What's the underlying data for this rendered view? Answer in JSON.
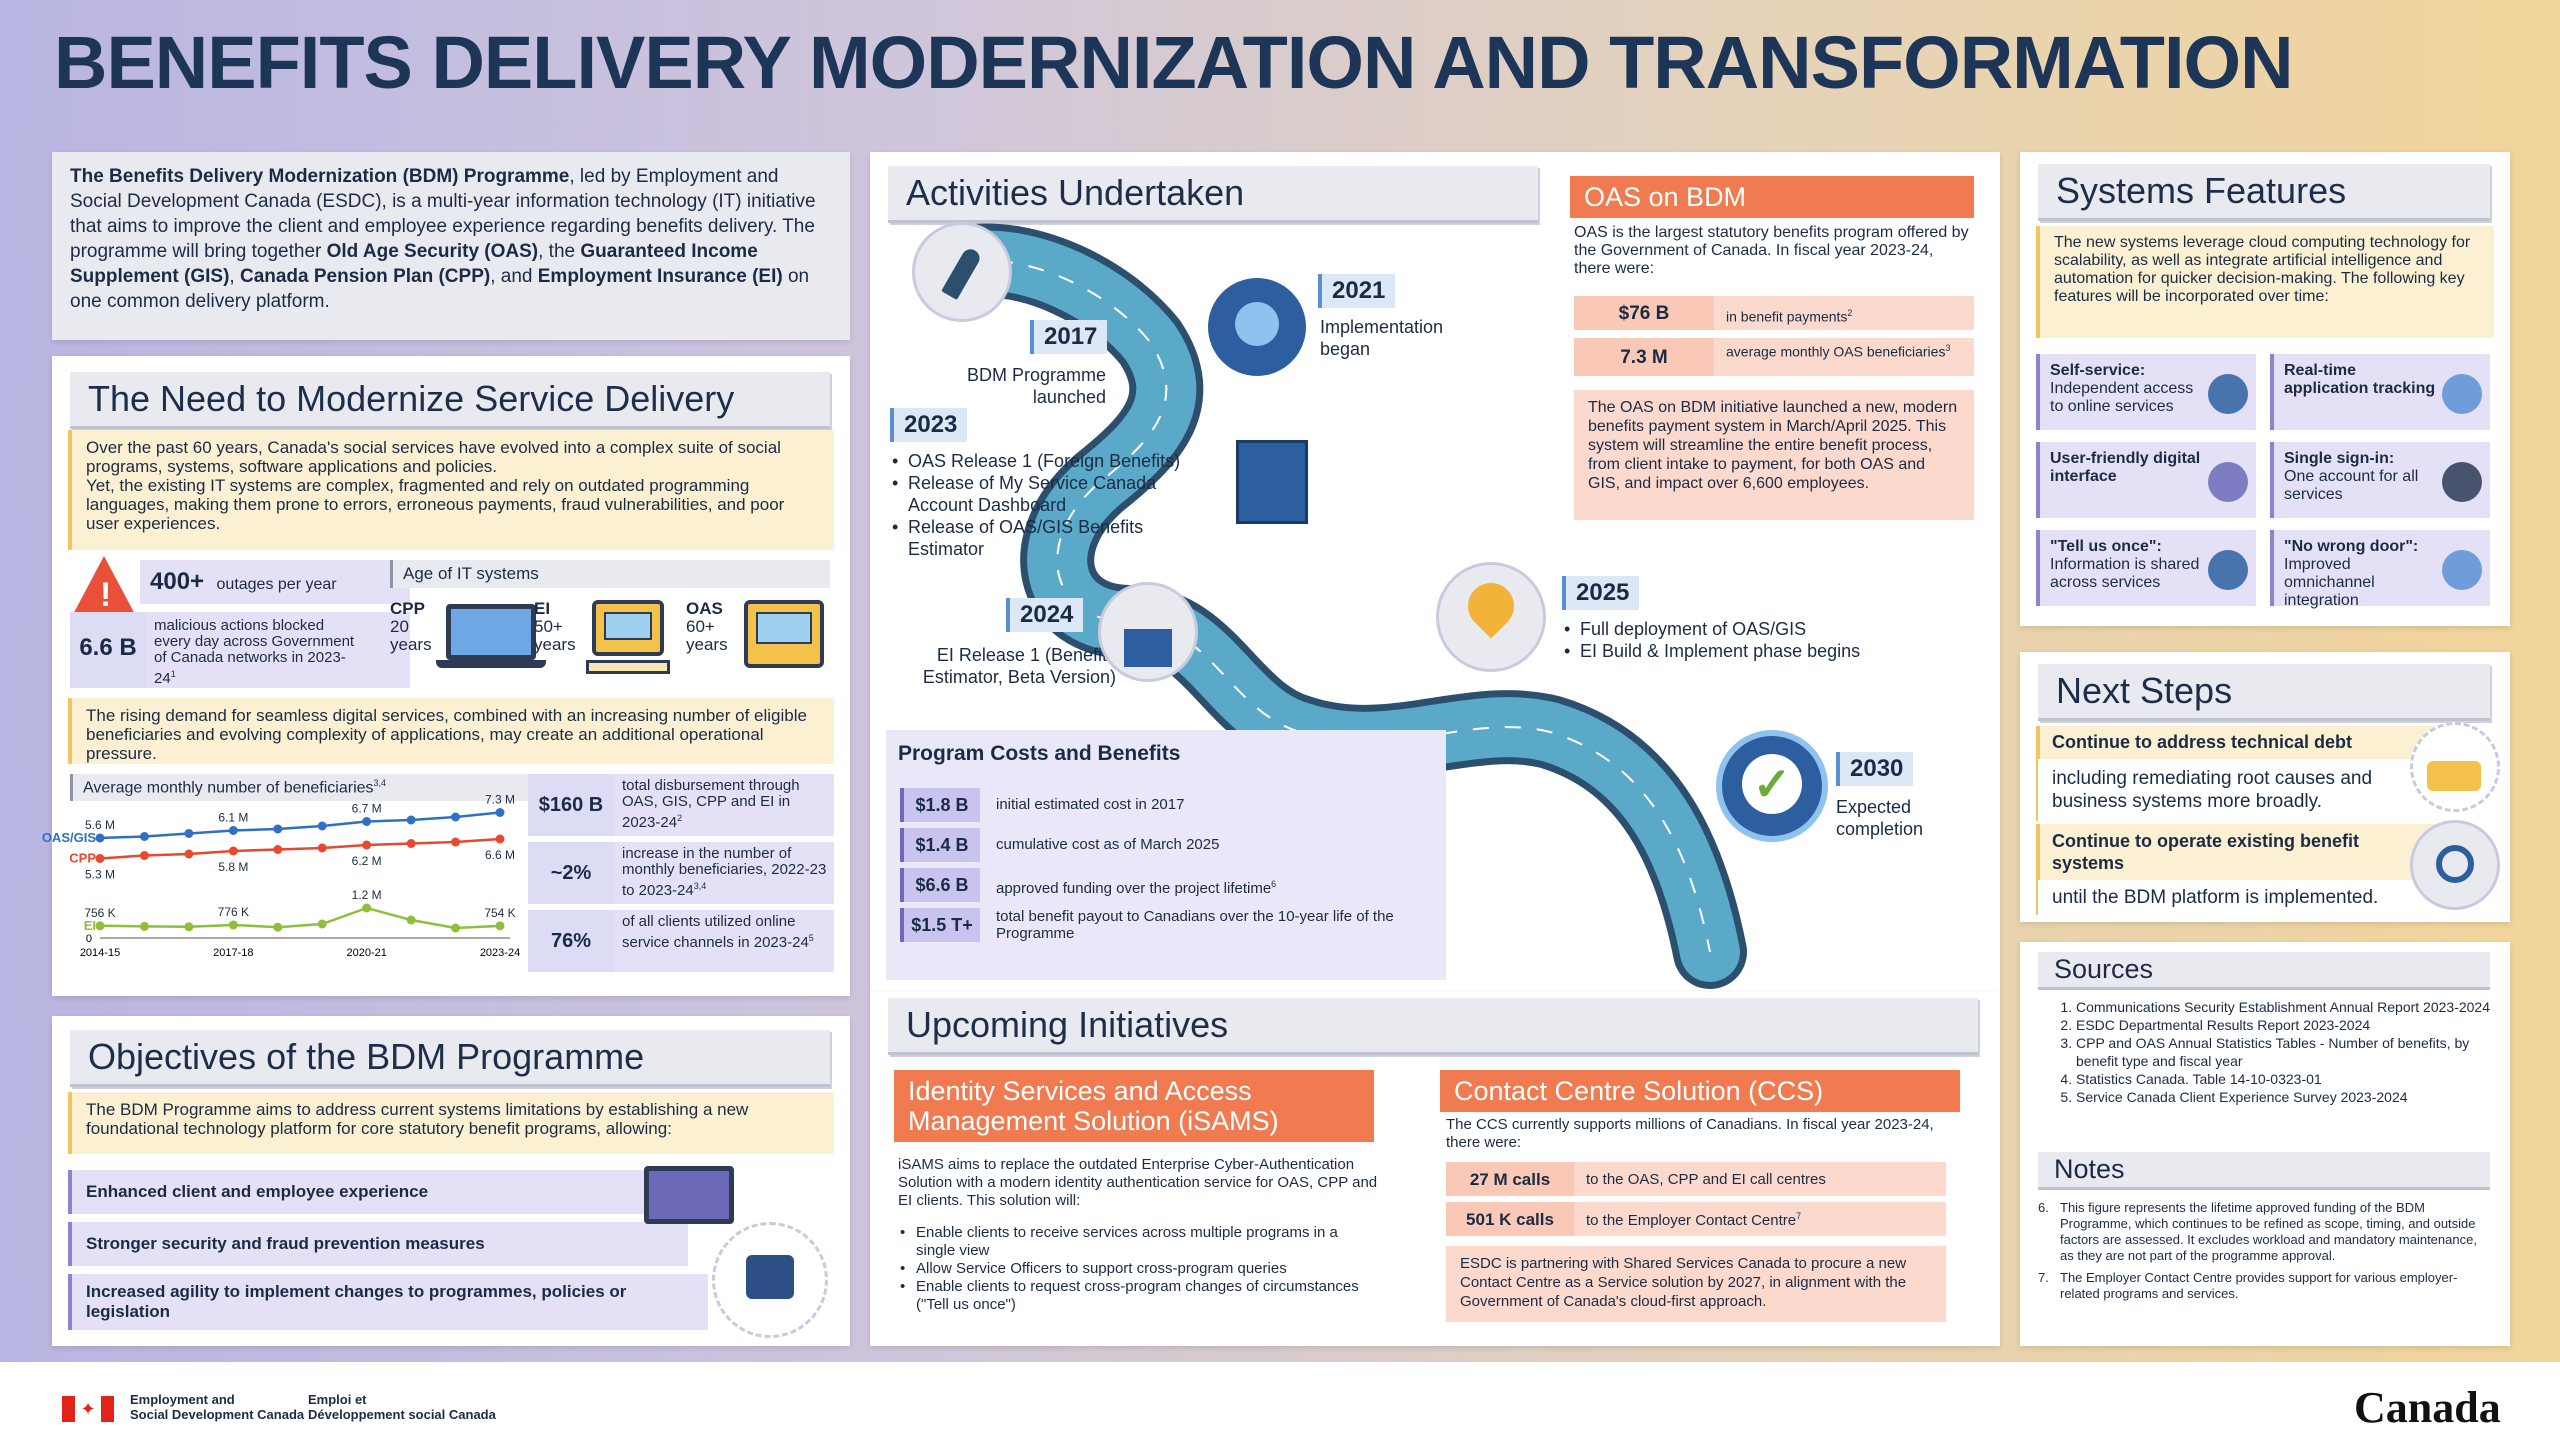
{
  "title": "BENEFITS DELIVERY MODERNIZATION AND TRANSFORMATION",
  "intro": {
    "p1_bold": "The Benefits Delivery Modernization (BDM) Programme",
    "p1_rest": ", led by Employment and Social Development Canada (ESDC), is a multi-year information technology (IT) initiative that aims to improve the client and employee experience regarding benefits delivery. The programme will bring together ",
    "oas": "Old Age Security (OAS)",
    "gis": "Guaranteed Income Supplement (GIS)",
    "cpp": "Canada Pension Plan (CPP)",
    "ei": "Employment Insurance (EI)",
    "the": ", the ",
    "comma": ", ",
    "and": ", and ",
    "end": " on one common delivery platform."
  },
  "need": {
    "heading": "The Need to Modernize Service Delivery",
    "text1": "Over the past 60 years, Canada's social services have evolved into a complex suite of social programs, systems, software applications and policies.",
    "text2": "Yet, the existing IT systems are complex, fragmented and rely on outdated programming languages, making them prone to errors, erroneous payments, fraud vulnerabilities, and poor user experiences.",
    "outages_value": "400+",
    "outages_label": "outages per year",
    "malicious_value": "6.6 B",
    "malicious_label": "malicious actions blocked every day across Government of Canada networks in 2023-24",
    "malicious_sup": "1",
    "age_title": "Age of IT systems",
    "ages": [
      {
        "name": "CPP",
        "value": "20",
        "unit": "years"
      },
      {
        "name": "EI",
        "value": "50+",
        "unit": "years"
      },
      {
        "name": "OAS",
        "value": "60+",
        "unit": "years"
      }
    ],
    "text3": "The rising demand for seamless digital services, combined with an increasing number of eligible beneficiaries and evolving complexity of applications, may create an additional operational pressure.",
    "chart_title": "Average monthly number of beneficiaries",
    "chart_title_sup": "3,4",
    "stats": [
      {
        "value": "$160 B",
        "label": "total disbursement through OAS, GIS, CPP and EI in 2023-24",
        "sup": "2"
      },
      {
        "value": "~2%",
        "label": "increase in the number of monthly beneficiaries, 2022-23 to 2023-24",
        "sup": "3,4"
      },
      {
        "value": "76%",
        "label": "of all clients utilized online service channels in 2023-24",
        "sup": "5"
      }
    ]
  },
  "chart_data": {
    "type": "line",
    "title": "Average monthly number of beneficiaries",
    "x": [
      "2014-15",
      "2015-16",
      "2016-17",
      "2017-18",
      "2018-19",
      "2019-20",
      "2020-21",
      "2021-22",
      "2022-23",
      "2023-24"
    ],
    "x_tick_labels": [
      "2014-15",
      "2017-18",
      "2020-21",
      "2023-24"
    ],
    "y_axis_zero_label": "0",
    "series": [
      {
        "name": "OAS/GIS",
        "color": "#2f6fc6",
        "values": [
          5.6,
          5.7,
          5.9,
          6.1,
          6.2,
          6.4,
          6.7,
          6.8,
          7.0,
          7.3
        ],
        "labels": [
          {
            "i": 0,
            "t": "5.6 M"
          },
          {
            "i": 3,
            "t": "6.1 M"
          },
          {
            "i": 6,
            "t": "6.7 M"
          },
          {
            "i": 9,
            "t": "7.3 M"
          }
        ]
      },
      {
        "name": "CPP",
        "color": "#e8482f",
        "values": [
          5.3,
          5.5,
          5.6,
          5.8,
          5.9,
          6.0,
          6.2,
          6.3,
          6.4,
          6.6
        ],
        "labels": [
          {
            "i": 0,
            "t": "5.3 M"
          },
          {
            "i": 3,
            "t": "5.8 M"
          },
          {
            "i": 6,
            "t": "6.2 M"
          },
          {
            "i": 9,
            "t": "6.6 M"
          }
        ]
      },
      {
        "name": "EI",
        "color": "#8fbe3a",
        "values": [
          0.756,
          0.74,
          0.73,
          0.776,
          0.72,
          0.8,
          1.2,
          0.9,
          0.7,
          0.754
        ],
        "labels": [
          {
            "i": 0,
            "t": "756 K"
          },
          {
            "i": 3,
            "t": "776 K"
          },
          {
            "i": 6,
            "t": "1.2 M"
          },
          {
            "i": 9,
            "t": "754 K"
          }
        ]
      }
    ]
  },
  "objectives": {
    "heading": "Objectives of the BDM Programme",
    "text": "The BDM Programme aims to address current systems limitations by establishing a new foundational technology platform for core statutory benefit programs, allowing:",
    "items": [
      "Enhanced client and employee experience",
      "Stronger security and fraud prevention measures",
      "Increased agility to implement changes to programmes, policies or legislation"
    ]
  },
  "activities": {
    "heading": "Activities Undertaken",
    "y2017": "2017",
    "t2017": "BDM Programme launched",
    "y2021": "2021",
    "t2021": "Implementation began",
    "y2023": "2023",
    "l2023": [
      "OAS Release 1 (Foreign Benefits)",
      "Release of My Service Canada Account Dashboard",
      "Release of OAS/GIS Benefits Estimator"
    ],
    "y2024": "2024",
    "t2024": "EI Release 1 (Benefits Estimator, Beta Version)",
    "y2025": "2025",
    "l2025": [
      "Full deployment of OAS/GIS",
      "EI Build & Implement phase begins"
    ],
    "y2030": "2030",
    "t2030": "Expected completion"
  },
  "oas": {
    "heading": "OAS on BDM",
    "text": "OAS is the largest statutory benefits program offered by the Government of Canada. In fiscal year 2023-24, there were:",
    "rows": [
      {
        "value": "$76 B",
        "label": "in benefit payments",
        "sup": "2"
      },
      {
        "value": "7.3 M",
        "label": "average monthly OAS beneficiaries",
        "sup": "3"
      }
    ],
    "note": "The OAS on BDM initiative launched a new, modern benefits payment system in March/April 2025. This system will streamline the entire benefit process, from client intake to payment, for both OAS and GIS, and impact over 6,600 employees."
  },
  "costs": {
    "heading": "Program Costs and Benefits",
    "rows": [
      {
        "value": "$1.8 B",
        "label": "initial estimated cost in 2017"
      },
      {
        "value": "$1.4 B",
        "label": "cumulative cost as of March 2025"
      },
      {
        "value": "$6.6 B",
        "label": "approved funding over the project lifetime",
        "sup": "6"
      },
      {
        "value": "$1.5 T+",
        "label": "total benefit payout to Canadians over the 10-year life of the Programme"
      }
    ]
  },
  "upcoming": {
    "heading": "Upcoming Initiatives",
    "isams_head": "Identity Services and Access Management Solution (iSAMS)",
    "isams_text": "iSAMS aims to replace the outdated Enterprise Cyber-Authentication Solution with a modern identity authentication service for OAS, CPP and EI clients. This solution will:",
    "isams_list": [
      "Enable clients to receive services across multiple programs in a single view",
      "Allow Service Officers to support cross-program queries",
      "Enable clients to request cross-program changes of circumstances (\"Tell us once\")"
    ],
    "ccs_head": "Contact Centre Solution (CCS)",
    "ccs_text": "The CCS currently supports millions of Canadians. In fiscal year 2023-24, there were:",
    "ccs_rows": [
      {
        "value": "27 M calls",
        "label": "to the OAS, CPP and EI call centres"
      },
      {
        "value": "501 K calls",
        "label": "to the Employer Contact Centre",
        "sup": "7"
      }
    ],
    "ccs_note": "ESDC is partnering with Shared Services Canada to procure a new Contact Centre as a Service solution by 2027, in alignment with the Government of Canada's cloud-first approach."
  },
  "systems": {
    "heading": "Systems Features",
    "intro": "The new systems leverage cloud computing technology for scalability, as well as integrate artificial intelligence and automation for quicker decision-making. The following key features will be incorporated over time:",
    "features": [
      {
        "title": "Self-service:",
        "text": "Independent access to online services",
        "icon": "phone-icon"
      },
      {
        "title": "Real-time application tracking",
        "text": "",
        "icon": "network-icon"
      },
      {
        "title": "User-friendly digital interface",
        "text": "",
        "icon": "hand-icon"
      },
      {
        "title": "Single sign-in:",
        "text": "One account for all services",
        "icon": "key-icon"
      },
      {
        "title": "\"Tell us once\":",
        "text": "Information is shared across services",
        "icon": "monitor-icon"
      },
      {
        "title": "\"No wrong door\":",
        "text": "Improved omnichannel integration",
        "icon": "hub-icon"
      }
    ]
  },
  "next": {
    "heading": "Next Steps",
    "items": [
      {
        "bold": "Continue to address technical debt",
        "rest": "including remediating root causes and business systems more broadly."
      },
      {
        "bold": "Continue to operate existing benefit systems",
        "rest": "until the BDM platform is implemented."
      }
    ]
  },
  "sources": {
    "heading": "Sources",
    "items": [
      "Communications Security Establishment Annual Report 2023-2024",
      "ESDC Departmental Results Report 2023-2024",
      "CPP and OAS Annual Statistics Tables - Number of benefits, by benefit type and fiscal year",
      "Statistics Canada. Table 14-10-0323-01",
      "Service Canada Client Experience Survey 2023-2024"
    ]
  },
  "notes": {
    "heading": "Notes",
    "items": [
      {
        "n": "6.",
        "t": "This figure represents the lifetime approved funding of the BDM Programme, which continues to be refined as scope, timing, and outside factors are assessed. It excludes workload and mandatory maintenance, as they are not part of the programme approval."
      },
      {
        "n": "7.",
        "t": "The Employer Contact Centre provides support for various employer-related programs and services."
      }
    ]
  },
  "footer": {
    "en1": "Employment and",
    "en2": "Social Development Canada",
    "fr1": "Emploi et",
    "fr2": "Développement social Canada",
    "wordmark": "Canada"
  }
}
